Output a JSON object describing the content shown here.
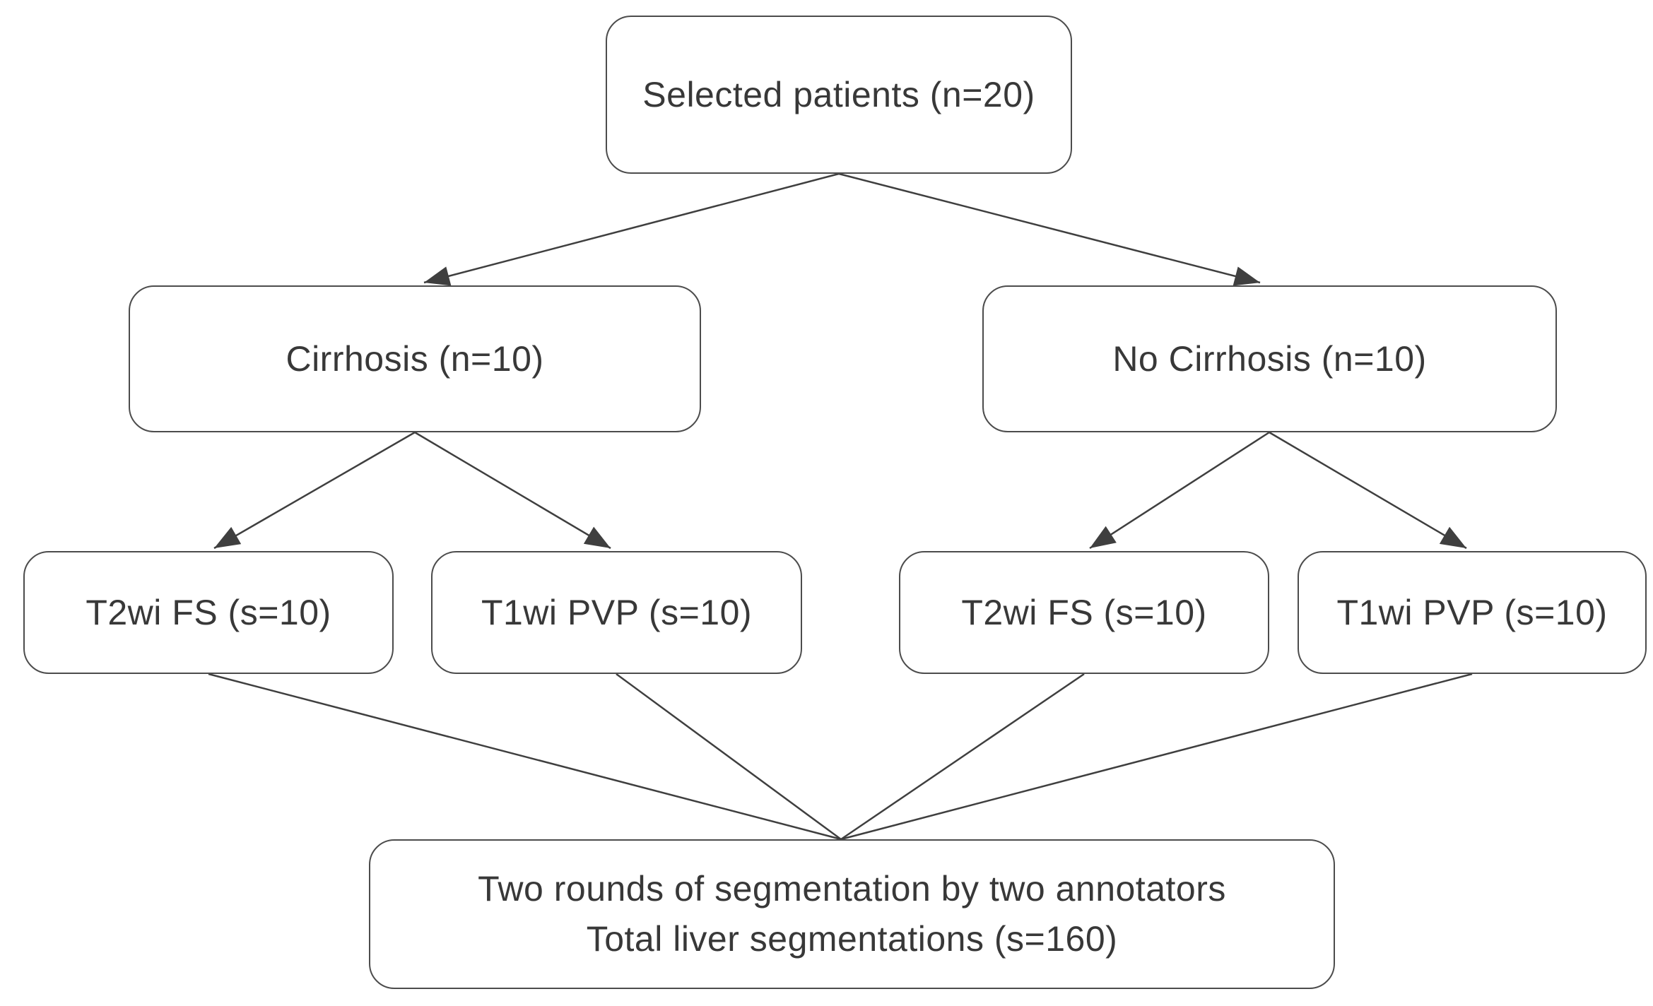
{
  "diagram": {
    "type": "flowchart",
    "colors": {
      "background": "#ffffff",
      "box_border": "#4c4c4c",
      "connector": "#3f3f3f",
      "text": "#383838"
    },
    "nodes": {
      "selected_patients": {
        "label": "Selected patients (n=20)"
      },
      "cirrhosis": {
        "label": "Cirrhosis (n=10)"
      },
      "no_cirrhosis": {
        "label": "No Cirrhosis (n=10)"
      },
      "cirrhosis_t2wi": {
        "label": "T2wi FS (s=10)"
      },
      "cirrhosis_t1wi": {
        "label": "T1wi PVP (s=10)"
      },
      "no_cirrhosis_t2wi": {
        "label": "T2wi FS (s=10)"
      },
      "no_cirrhosis_t1wi": {
        "label": "T1wi PVP (s=10)"
      },
      "segmentation": {
        "line1": "Two rounds of segmentation by two annotators",
        "line2": "Total liver segmentations (s=160)"
      }
    },
    "edges": [
      {
        "from": "selected_patients",
        "to": "cirrhosis",
        "arrowhead": true
      },
      {
        "from": "selected_patients",
        "to": "no_cirrhosis",
        "arrowhead": true
      },
      {
        "from": "cirrhosis",
        "to": "cirrhosis_t2wi",
        "arrowhead": true
      },
      {
        "from": "cirrhosis",
        "to": "cirrhosis_t1wi",
        "arrowhead": true
      },
      {
        "from": "no_cirrhosis",
        "to": "no_cirrhosis_t2wi",
        "arrowhead": true
      },
      {
        "from": "no_cirrhosis",
        "to": "no_cirrhosis_t1wi",
        "arrowhead": true
      },
      {
        "from": "cirrhosis_t2wi",
        "to": "segmentation",
        "arrowhead": false
      },
      {
        "from": "cirrhosis_t1wi",
        "to": "segmentation",
        "arrowhead": false
      },
      {
        "from": "no_cirrhosis_t2wi",
        "to": "segmentation",
        "arrowhead": false
      },
      {
        "from": "no_cirrhosis_t1wi",
        "to": "segmentation",
        "arrowhead": false
      }
    ]
  }
}
